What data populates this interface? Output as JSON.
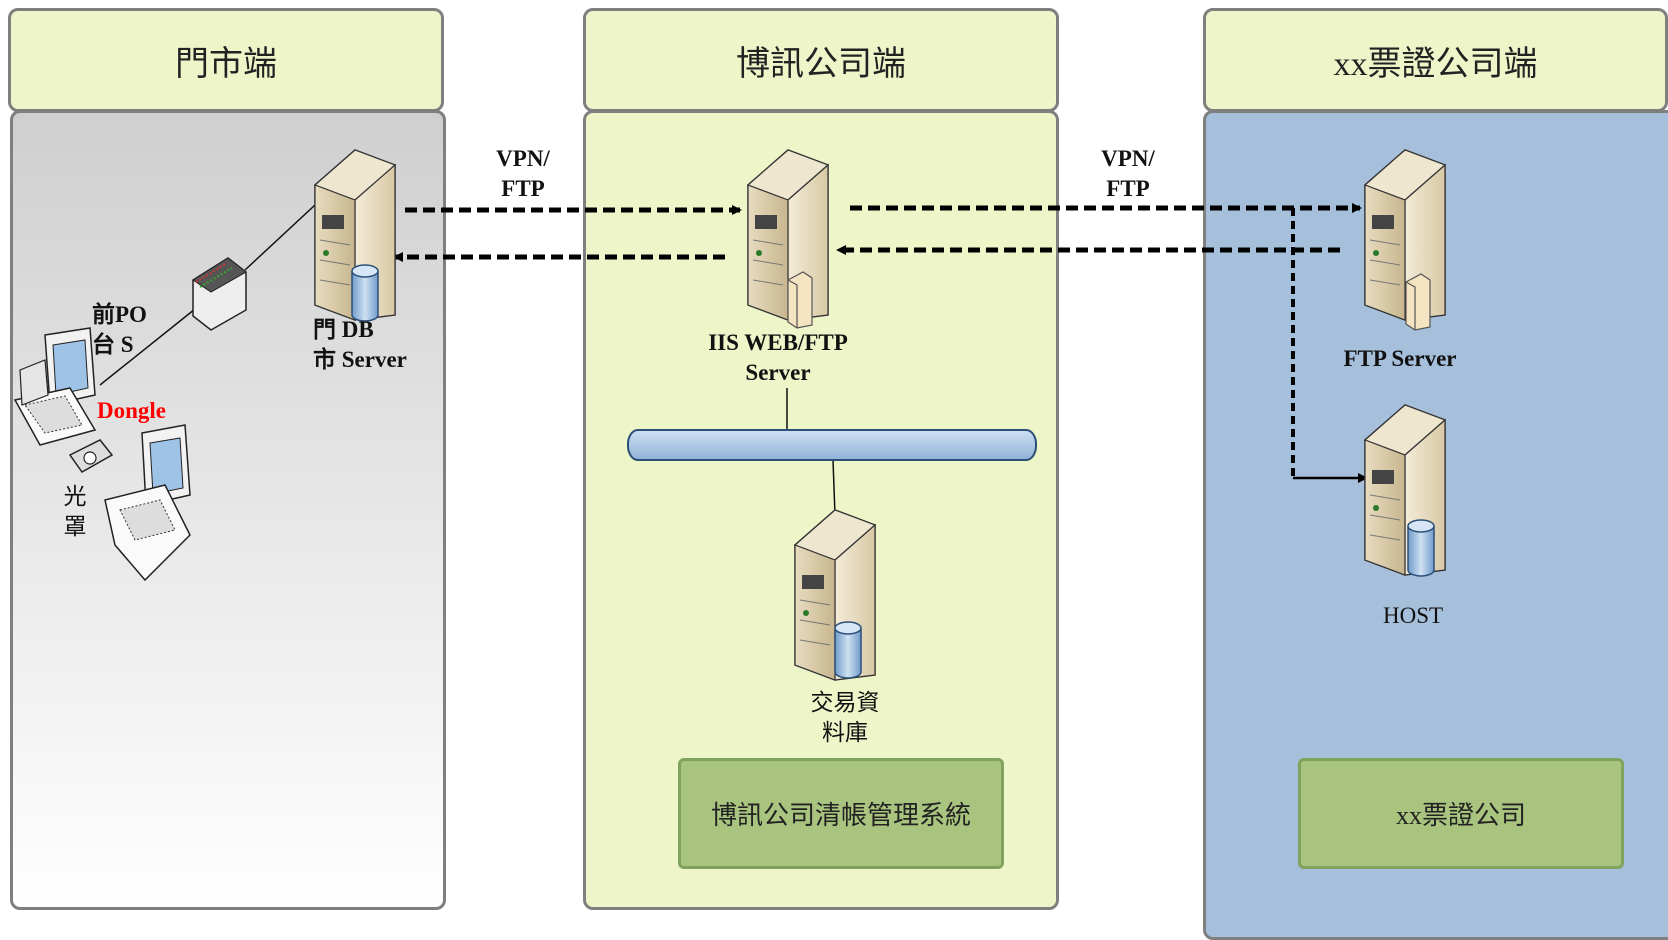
{
  "columns": {
    "store": {
      "title": "門市端"
    },
    "boxun": {
      "title": "博訊公司端"
    },
    "ticket": {
      "title": "xx票證公司端"
    }
  },
  "links": {
    "left": "VPN/\nFTP",
    "right": "VPN/\nFTP",
    "left_line1": "VPN/",
    "left_line2": "FTP",
    "right_line1": "VPN/",
    "right_line2": "FTP"
  },
  "nodes": {
    "store_db_server": {
      "line1": "門 DB",
      "line2": "市 Server"
    },
    "pos": {
      "line1": "前PO",
      "line2": "台 S"
    },
    "dongle": {
      "label": "Dongle",
      "color": "#ff0000"
    },
    "scanner": {
      "line1": "光",
      "line2": "罩"
    },
    "iis_server": {
      "line1": "IIS WEB/FTP",
      "line2": "Server"
    },
    "trade_db": {
      "line1": "交易資",
      "line2": "料庫"
    },
    "ftp_server": {
      "label": "FTP Server"
    },
    "host": {
      "label": "HOST"
    }
  },
  "systems": {
    "boxun_system": "博訊公司清帳管理系統",
    "ticket_company": "xx票證公司"
  },
  "colors": {
    "store_panel": "#d4d4d4",
    "boxun_panel": "#eef5c9",
    "ticket_panel": "#a6bfdb",
    "header": "#eef5c9",
    "system_box": "#a9c47f",
    "bus": "#9fbfe0"
  }
}
